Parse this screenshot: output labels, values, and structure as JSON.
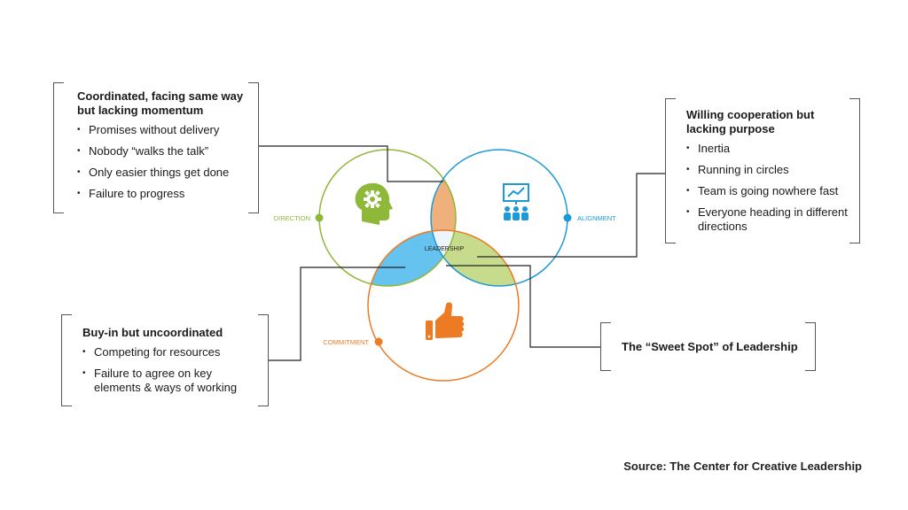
{
  "diagram": {
    "center_label": "LEADERSHIP",
    "circles": [
      {
        "label": "DIRECTION",
        "color": "#8db838",
        "icon": "head-gear-icon"
      },
      {
        "label": "ALIGNMENT",
        "color": "#1b9ad6",
        "icon": "presentation-team-icon"
      },
      {
        "label": "COMMITMENT",
        "color": "#ec7b24",
        "icon": "thumbs-up-icon"
      }
    ],
    "overlap_colors": {
      "direction_alignment": "#f0b07c",
      "direction_commitment": "#66c2ef",
      "alignment_commitment": "#c6dc8c",
      "center": "#eef4fb"
    }
  },
  "boxes": {
    "top_left": {
      "title": "Coordinated, facing same way but lacking momentum",
      "items": [
        "Promises without delivery",
        "Nobody “walks the talk”",
        "Only easier things get done",
        "Failure to progress"
      ]
    },
    "top_right": {
      "title": "Willing cooperation but lacking purpose",
      "items": [
        "Inertia",
        "Running in circles",
        "Team is going nowhere fast",
        "Everyone heading in different directions"
      ]
    },
    "bottom_left": {
      "title": "Buy-in but uncoordinated",
      "items": [
        "Competing for resources",
        "Failure to agree on key elements & ways of working"
      ]
    },
    "bottom_right": {
      "title": "The “Sweet Spot” of Leadership"
    }
  },
  "source": "Source: The Center for Creative Leadership"
}
